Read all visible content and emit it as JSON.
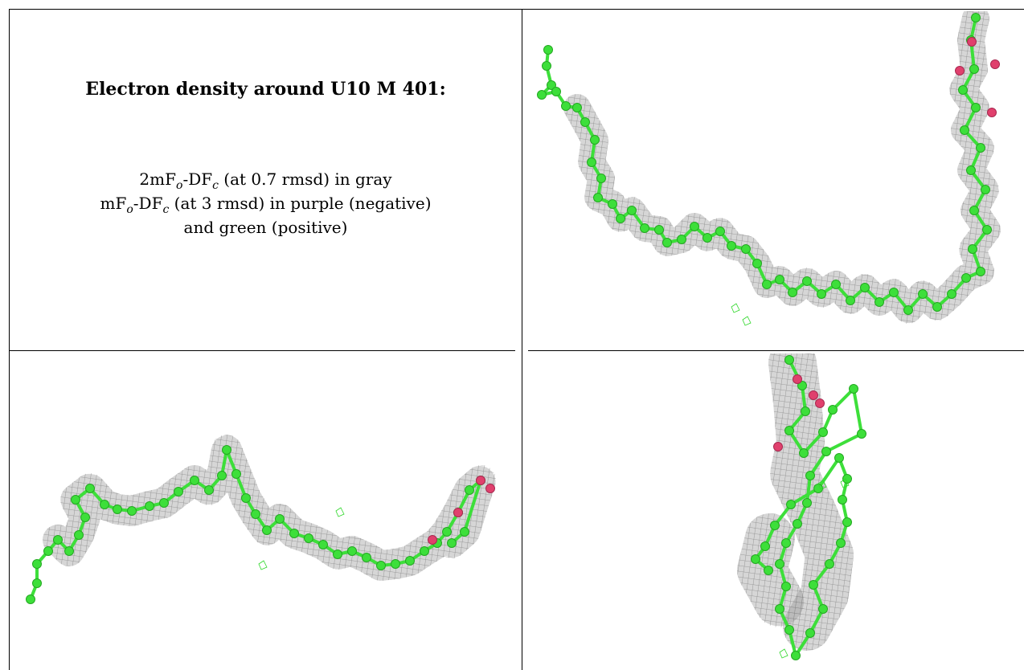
{
  "figure": {
    "caption": {
      "title": "Electron density around U10 M 401:",
      "line1": {
        "pre": "2mF",
        "sub1": "o",
        "mid": "-DF",
        "sub2": "c",
        "post": " (at 0.7 rmsd) in gray"
      },
      "line2": {
        "pre": "mF",
        "sub1": "o",
        "mid": "-DF",
        "sub2": "c",
        "post": " (at 3 rmsd) in purple (negative)"
      },
      "line3": "and green (positive)"
    },
    "colors": {
      "atom_green": "#3ddf3a",
      "atom_red": "#e0406d",
      "mesh_gray": "#8a8a8a",
      "positive_green": "#2fd82a"
    },
    "panels": [
      "top-right-view",
      "bottom-left-view",
      "bottom-right-view"
    ]
  }
}
